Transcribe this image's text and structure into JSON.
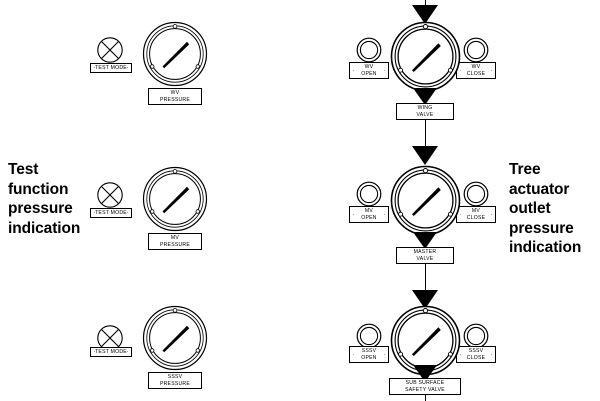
{
  "annotations": {
    "left": "Test\nfunction\npressure\nindication",
    "right": "Tree\nactuator\noutlet\npressure\nindication"
  },
  "left_column": {
    "title": "Test function pressure indication",
    "rows": [
      {
        "indicator_label": "TEST MODE",
        "indicator_icon": "circle-x-icon",
        "gauge_name": "wv-pressure-gauge",
        "gauge_label_line1": "WV",
        "gauge_label_line2": "PRESSURE",
        "needle_angle_deg": 45
      },
      {
        "indicator_label": "TEST MODE",
        "indicator_icon": "circle-x-icon",
        "gauge_name": "mv-pressure-gauge",
        "gauge_label_line1": "MV",
        "gauge_label_line2": "PRESSURE",
        "needle_angle_deg": 45
      },
      {
        "indicator_label": "TEST MODE",
        "indicator_icon": "circle-x-icon",
        "gauge_name": "sssv-pressure-gauge",
        "gauge_label_line1": "SSSV",
        "gauge_label_line2": "PRESSURE",
        "needle_angle_deg": 45
      }
    ]
  },
  "right_column": {
    "title": "Tree actuator outlet pressure indication",
    "rows": [
      {
        "open_button_line1": "WV",
        "open_button_line2": "OPEN",
        "close_button_line1": "WV",
        "close_button_line2": "CLOSE",
        "valve_label_line1": "WING",
        "valve_label_line2": "VALVE",
        "gauge_name": "wing-valve-gauge",
        "needle_angle_deg": 45
      },
      {
        "open_button_line1": "MV",
        "open_button_line2": "OPEN",
        "close_button_line1": "MV",
        "close_button_line2": "CLOSE",
        "valve_label_line1": "MASTER",
        "valve_label_line2": "VALVE",
        "gauge_name": "master-valve-gauge",
        "needle_angle_deg": 45
      },
      {
        "open_button_line1": "SSSV",
        "open_button_line2": "OPEN",
        "close_button_line1": "SSSV",
        "close_button_line2": "CLOSE",
        "valve_label_line1": "SUB SURFACE",
        "valve_label_line2": "SAFETY VALVE",
        "gauge_name": "sssv-valve-gauge",
        "needle_angle_deg": 45
      }
    ]
  },
  "colors": {
    "line": "#000000",
    "background": "#ffffff",
    "fill": "#000000"
  }
}
